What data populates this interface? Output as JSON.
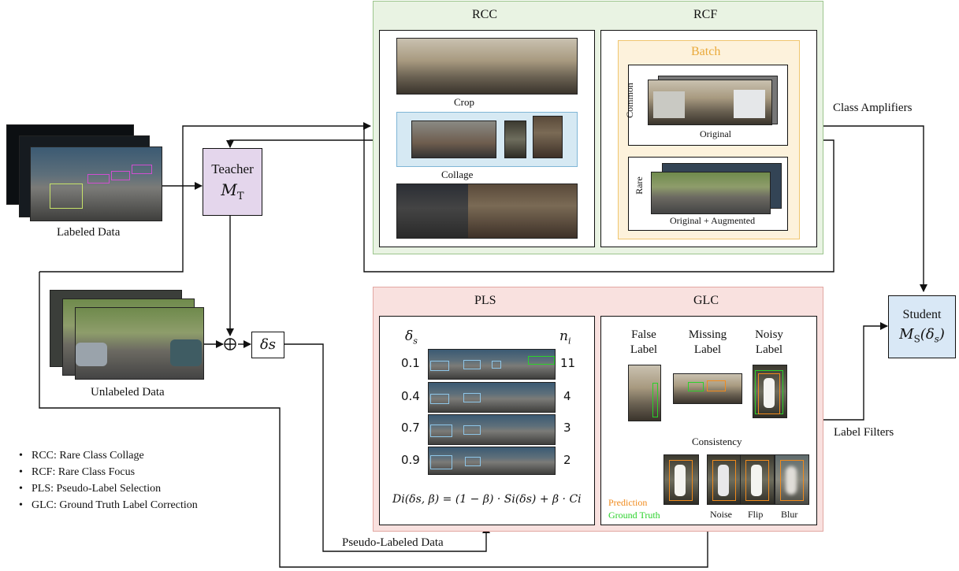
{
  "inputs": {
    "labeled_data": "Labeled Data",
    "unlabeled_data": "Unlabeled Data"
  },
  "teacher": {
    "title": "Teacher",
    "symbol": "M",
    "subscript": "T"
  },
  "student": {
    "title": "Student",
    "formula": "MS(δs)"
  },
  "delta": "δs",
  "rcc": {
    "title": "RCC",
    "crop": "Crop",
    "collage": "Collage"
  },
  "rcf": {
    "title": "RCF",
    "batch": "Batch",
    "common": "Common",
    "original": "Original",
    "rare": "Rare",
    "original_augmented": "Original + Augmented"
  },
  "pls": {
    "title": "PLS",
    "col_left": "δs",
    "col_right": "ni",
    "rows": [
      {
        "delta": "0.1",
        "n": "11"
      },
      {
        "delta": "0.4",
        "n": "4"
      },
      {
        "delta": "0.7",
        "n": "3"
      },
      {
        "delta": "0.9",
        "n": "2"
      }
    ],
    "formula": "Di(δs, β) = (1 − β) · Si(δs) + β · Ci"
  },
  "glc": {
    "title": "GLC",
    "false_label": [
      "False",
      "Label"
    ],
    "missing_label": [
      "Missing",
      "Label"
    ],
    "noisy_label": [
      "Noisy",
      "Label"
    ],
    "consistency": "Consistency",
    "prediction": "Prediction",
    "ground_truth": "Ground Truth",
    "noise": "Noise",
    "flip": "Flip",
    "blur": "Blur",
    "prediction_color": "#f08a1c",
    "ground_truth_color": "#2ad12a"
  },
  "edges": {
    "class_amplifiers": "Class Amplifiers",
    "label_filters": "Label Filters",
    "pseudo_labeled_data": "Pseudo-Labeled Data"
  },
  "legend": [
    "RCC: Rare Class Collage",
    "RCF: Rare Class Focus",
    "PLS: Pseudo-Label Selection",
    "GLC: Ground Truth Label Correction"
  ]
}
